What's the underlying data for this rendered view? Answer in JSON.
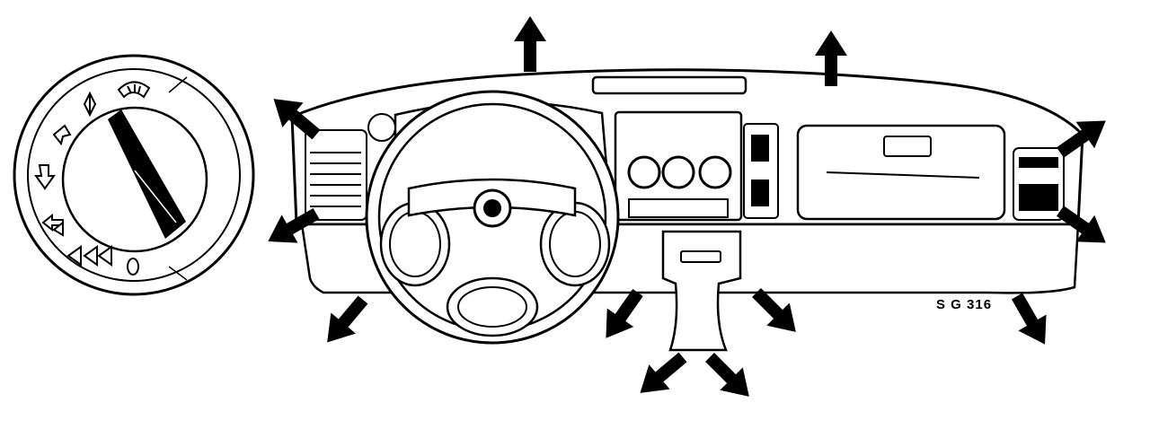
{
  "figure": {
    "reference_code": "S G 316"
  },
  "control_knob": {
    "positions": [
      {
        "name": "defrost-windscreen-icon"
      },
      {
        "name": "upper-and-defrost-icon"
      },
      {
        "name": "upper-vents-icon"
      },
      {
        "name": "floor-vents-icon"
      },
      {
        "name": "floor-and-face-icon"
      },
      {
        "name": "face-vents-icon"
      },
      {
        "name": "off-position-icon"
      }
    ]
  },
  "airflow_arrows": [
    {
      "name": "arrow-defrost-center-left"
    },
    {
      "name": "arrow-defrost-center-right"
    },
    {
      "name": "arrow-side-window-left"
    },
    {
      "name": "arrow-side-window-right"
    },
    {
      "name": "arrow-face-left"
    },
    {
      "name": "arrow-face-right"
    },
    {
      "name": "arrow-floor-left"
    },
    {
      "name": "arrow-floor-center-left"
    },
    {
      "name": "arrow-floor-center-right"
    },
    {
      "name": "arrow-floor-right"
    },
    {
      "name": "arrow-rear-left"
    },
    {
      "name": "arrow-rear-right"
    }
  ],
  "colors": {
    "ink": "#000000",
    "paper": "#ffffff"
  }
}
